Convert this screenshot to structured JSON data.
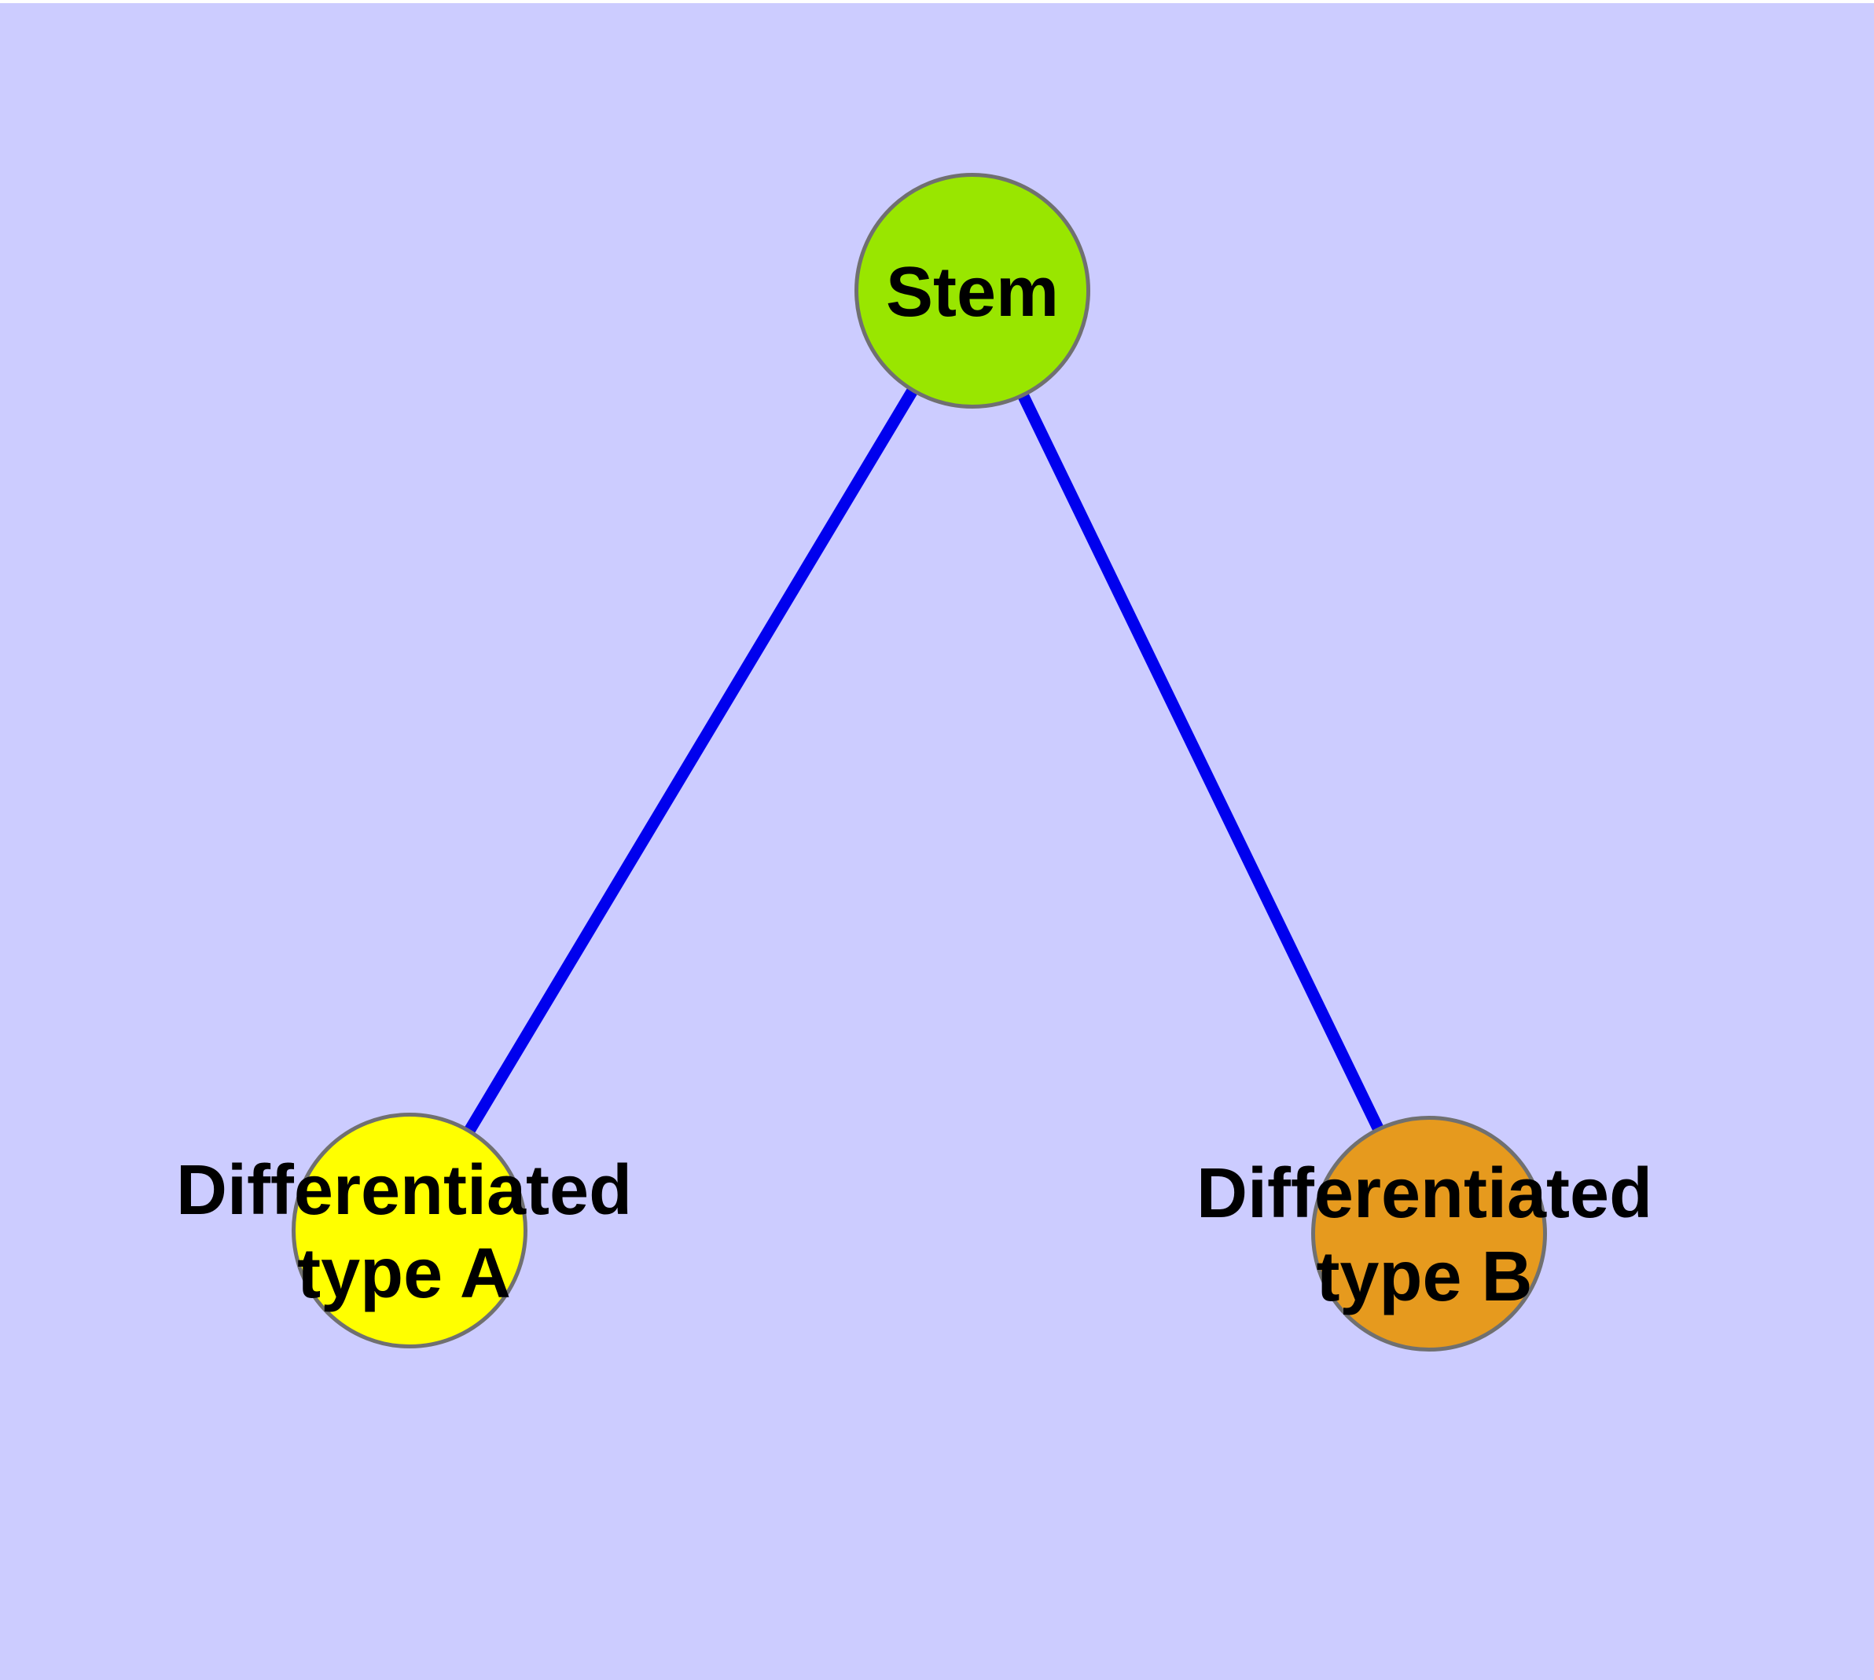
{
  "diagram": {
    "type": "node-link-graph",
    "background_color": "#CCCCFF",
    "top_margin_color": "#FFFFFF",
    "edge_color": "#0000EE",
    "node_border_color": "#707070",
    "text_color": "#000000",
    "nodes": {
      "stem": {
        "label": "Stem",
        "fill": "#99E600",
        "shape": "circle"
      },
      "type_a": {
        "label": "Differentiated type A",
        "line1": "Differentiated",
        "line2": "type A",
        "fill": "#FFFF00",
        "shape": "circle"
      },
      "type_b": {
        "label": "Differentiated type B",
        "line1": "Differentiated",
        "line2": "type B",
        "fill": "#E69A1E",
        "shape": "circle"
      }
    },
    "edges": [
      {
        "from": "stem",
        "to": "type_a"
      },
      {
        "from": "stem",
        "to": "type_b"
      }
    ]
  }
}
